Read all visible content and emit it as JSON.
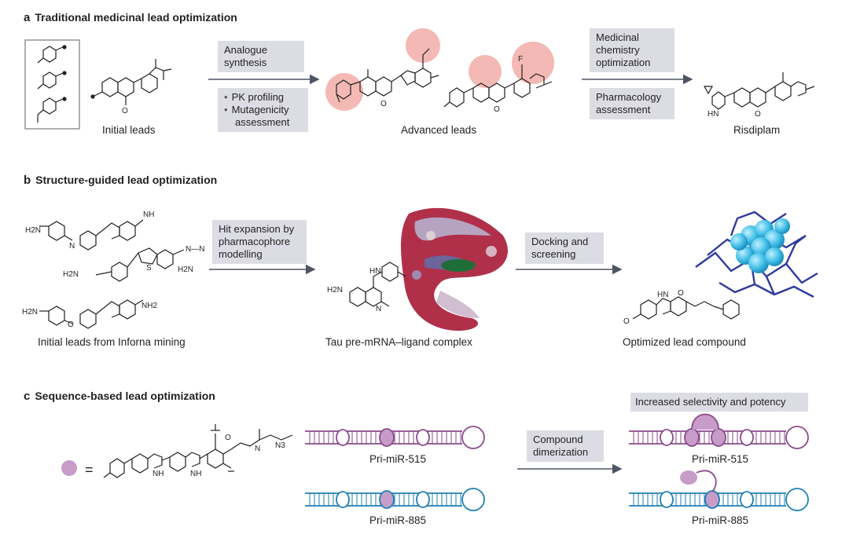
{
  "panel_a": {
    "letter": "a",
    "title": "Traditional medicinal lead optimization",
    "box_top": "Analogue synthesis",
    "bullets": [
      "PK profiling",
      "Mutagenicity",
      "assessment"
    ],
    "box_med": "Medicinal chemistry optimization",
    "box_pharm": "Pharmacology assessment",
    "cap_initial": "Initial leads",
    "cap_advanced": "Advanced leads",
    "cap_final": "Risdiplam"
  },
  "panel_b": {
    "letter": "b",
    "title": "Structure-guided lead optimization",
    "box_hit": "Hit expansion by pharmacophore modelling",
    "box_dock": "Docking and screening",
    "cap_initial": "Initial leads from Inforna mining",
    "cap_complex": "Tau pre-mRNA–ligand complex",
    "cap_optimized": "Optimized lead compound"
  },
  "panel_c": {
    "letter": "c",
    "title": "Sequence-based lead optimization",
    "box_dimer": "Compound dimerization",
    "box_result": "Increased selectivity and potency",
    "equals": "=",
    "rna1": "Pri-miR-515",
    "rna2": "Pri-miR-885",
    "rna3": "Pri-miR-515",
    "rna4": "Pri-miR-885"
  },
  "colors": {
    "purple": "#8b4a8b",
    "blue": "#1f7fb2",
    "pink": "#f4b9b4",
    "lilac": "#c79cc9",
    "arrow": "#4d5564",
    "box": "#dcdde4"
  }
}
